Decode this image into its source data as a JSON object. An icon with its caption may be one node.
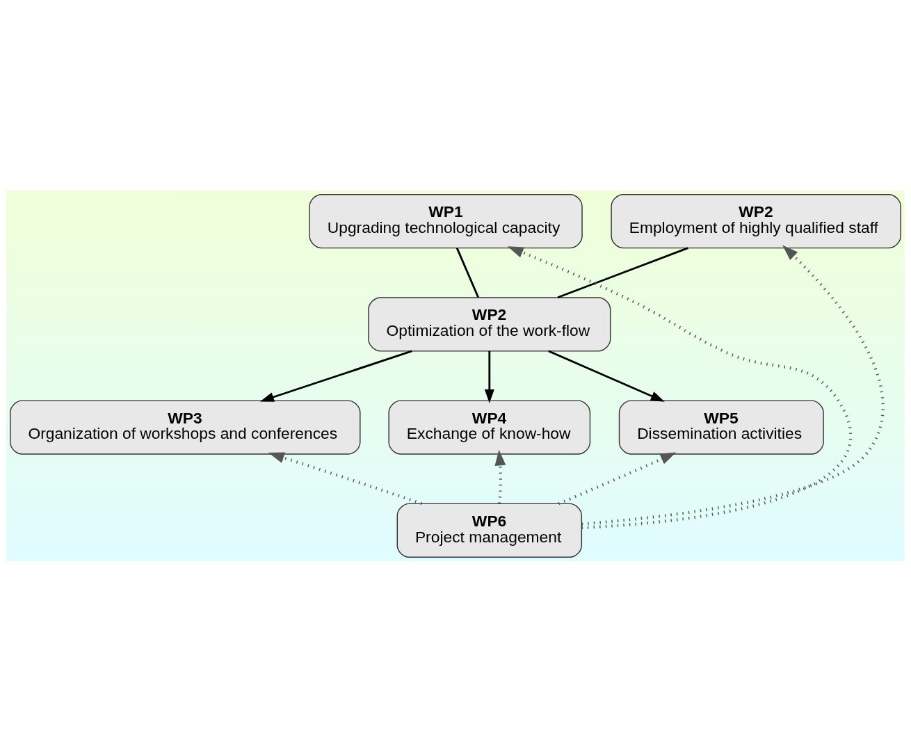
{
  "diagram": {
    "nodes": [
      {
        "text": [
          "WP1",
          "Upgrading technological capacity"
        ]
      },
      {
        "text": [
          "WP2",
          "Employment of highly qualified staff"
        ]
      },
      {
        "text": [
          "WP2",
          "Optimization of the work-flow"
        ]
      },
      {
        "text": [
          "WP3",
          "Organization of workshops and conferences"
        ]
      },
      {
        "text": [
          "WP4",
          "Exchange of know-how"
        ]
      },
      {
        "text": [
          "WP5",
          "Dissemination activities"
        ]
      },
      {
        "text": [
          "WP6",
          "Project management"
        ]
      }
    ],
    "edges": [
      {
        "from": 0,
        "to": 2,
        "arrow": "none"
      },
      {
        "from": 1,
        "to": 2,
        "arrow": "none"
      },
      {
        "from": 2,
        "to": 3,
        "arrow": "to"
      },
      {
        "from": 2,
        "to": 4,
        "arrow": "to"
      },
      {
        "from": 2,
        "to": 5,
        "arrow": "to"
      },
      {
        "from": 6,
        "to": 3,
        "arrow": "to",
        "style": "dashed",
        "color": "#555555"
      },
      {
        "from": 6,
        "to": 4,
        "arrow": "to",
        "style": "dashed",
        "color": "#555555"
      },
      {
        "from": 6,
        "to": 5,
        "arrow": "to",
        "style": "dashed",
        "color": "#555555"
      },
      {
        "from": 6,
        "to": 0,
        "arrow": "to",
        "style": "dashed",
        "color": "#555555"
      },
      {
        "from": 6,
        "to": 1,
        "arrow": "to",
        "style": "dashed",
        "color": "#555555"
      }
    ]
  }
}
